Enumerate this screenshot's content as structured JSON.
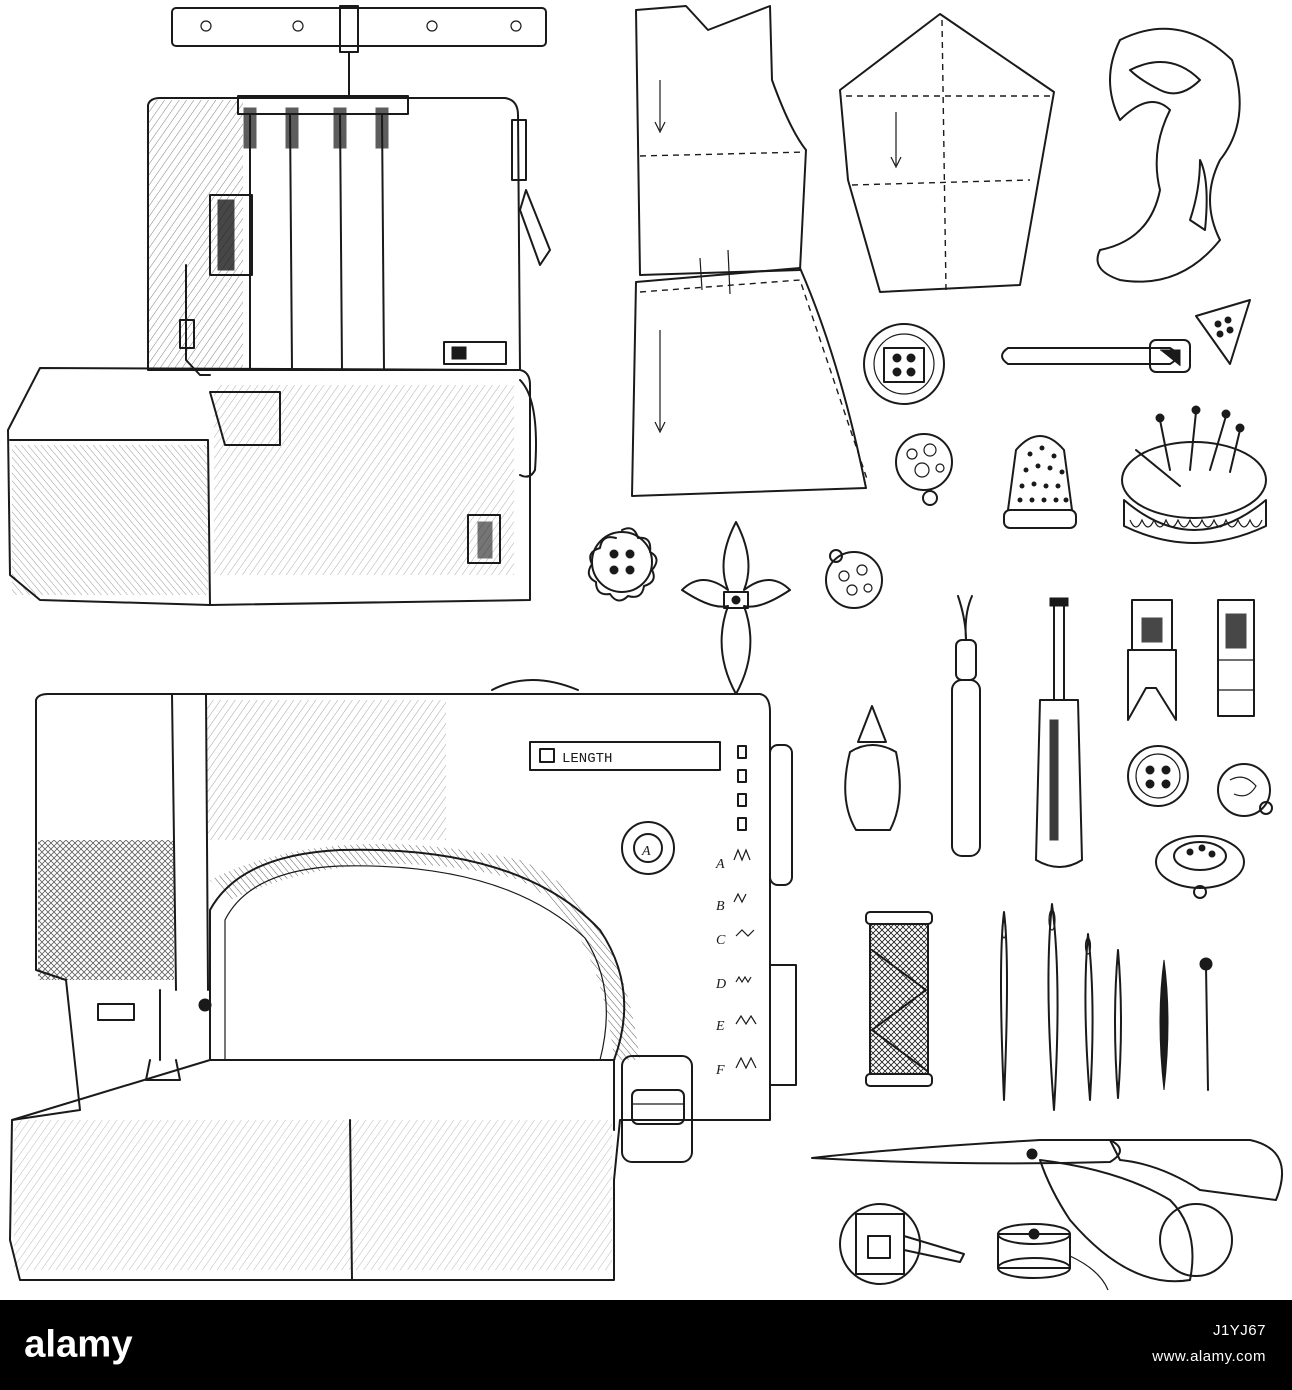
{
  "illustration": {
    "style": "hand-drawn ink sketch, black on white",
    "ink_color": "#1a1a1a",
    "background": "#ffffff",
    "objects": [
      {
        "name": "overlock-machine",
        "icon": "overlock-machine-icon"
      },
      {
        "name": "sewing-machine",
        "icon": "sewing-machine-icon"
      },
      {
        "name": "bodice-pattern",
        "icon": "pattern-piece-icon"
      },
      {
        "name": "skirt-pattern",
        "icon": "pattern-piece-icon"
      },
      {
        "name": "sleeve-pattern",
        "icon": "pattern-piece-icon"
      },
      {
        "name": "french-curve-ruler",
        "icon": "ruler-icon"
      },
      {
        "name": "triangle-button",
        "icon": "button-icon"
      },
      {
        "name": "safety-pin",
        "icon": "safety-pin-icon"
      },
      {
        "name": "decorative-button",
        "icon": "button-icon"
      },
      {
        "name": "thimble",
        "icon": "thimble-icon"
      },
      {
        "name": "pincushion",
        "icon": "pincushion-icon"
      },
      {
        "name": "flower-button",
        "icon": "button-icon"
      },
      {
        "name": "fleur-de-lis-button",
        "icon": "button-icon"
      },
      {
        "name": "needle-threader",
        "icon": "needle-threader-icon"
      },
      {
        "name": "seam-ripper",
        "icon": "seam-ripper-icon"
      },
      {
        "name": "screwdriver",
        "icon": "screwdriver-icon"
      },
      {
        "name": "presser-feet",
        "icon": "presser-foot-icon"
      },
      {
        "name": "round-button",
        "icon": "button-icon"
      },
      {
        "name": "thread-spool",
        "icon": "spool-icon"
      },
      {
        "name": "needles",
        "icon": "needle-icon"
      },
      {
        "name": "scissors",
        "icon": "scissors-icon"
      },
      {
        "name": "bobbin-case",
        "icon": "bobbin-case-icon"
      },
      {
        "name": "bobbin",
        "icon": "bobbin-icon"
      }
    ]
  },
  "machine_panel": {
    "length_label": "LENGTH",
    "dial_letter": "A",
    "stitch_letters": [
      "A",
      "B",
      "C",
      "D",
      "E",
      "F"
    ]
  },
  "watermark": {
    "brand": "alamy",
    "image_id": "J1YJ67",
    "site": "www.alamy.com",
    "bar_color": "#000000",
    "text_color": "#ffffff"
  }
}
